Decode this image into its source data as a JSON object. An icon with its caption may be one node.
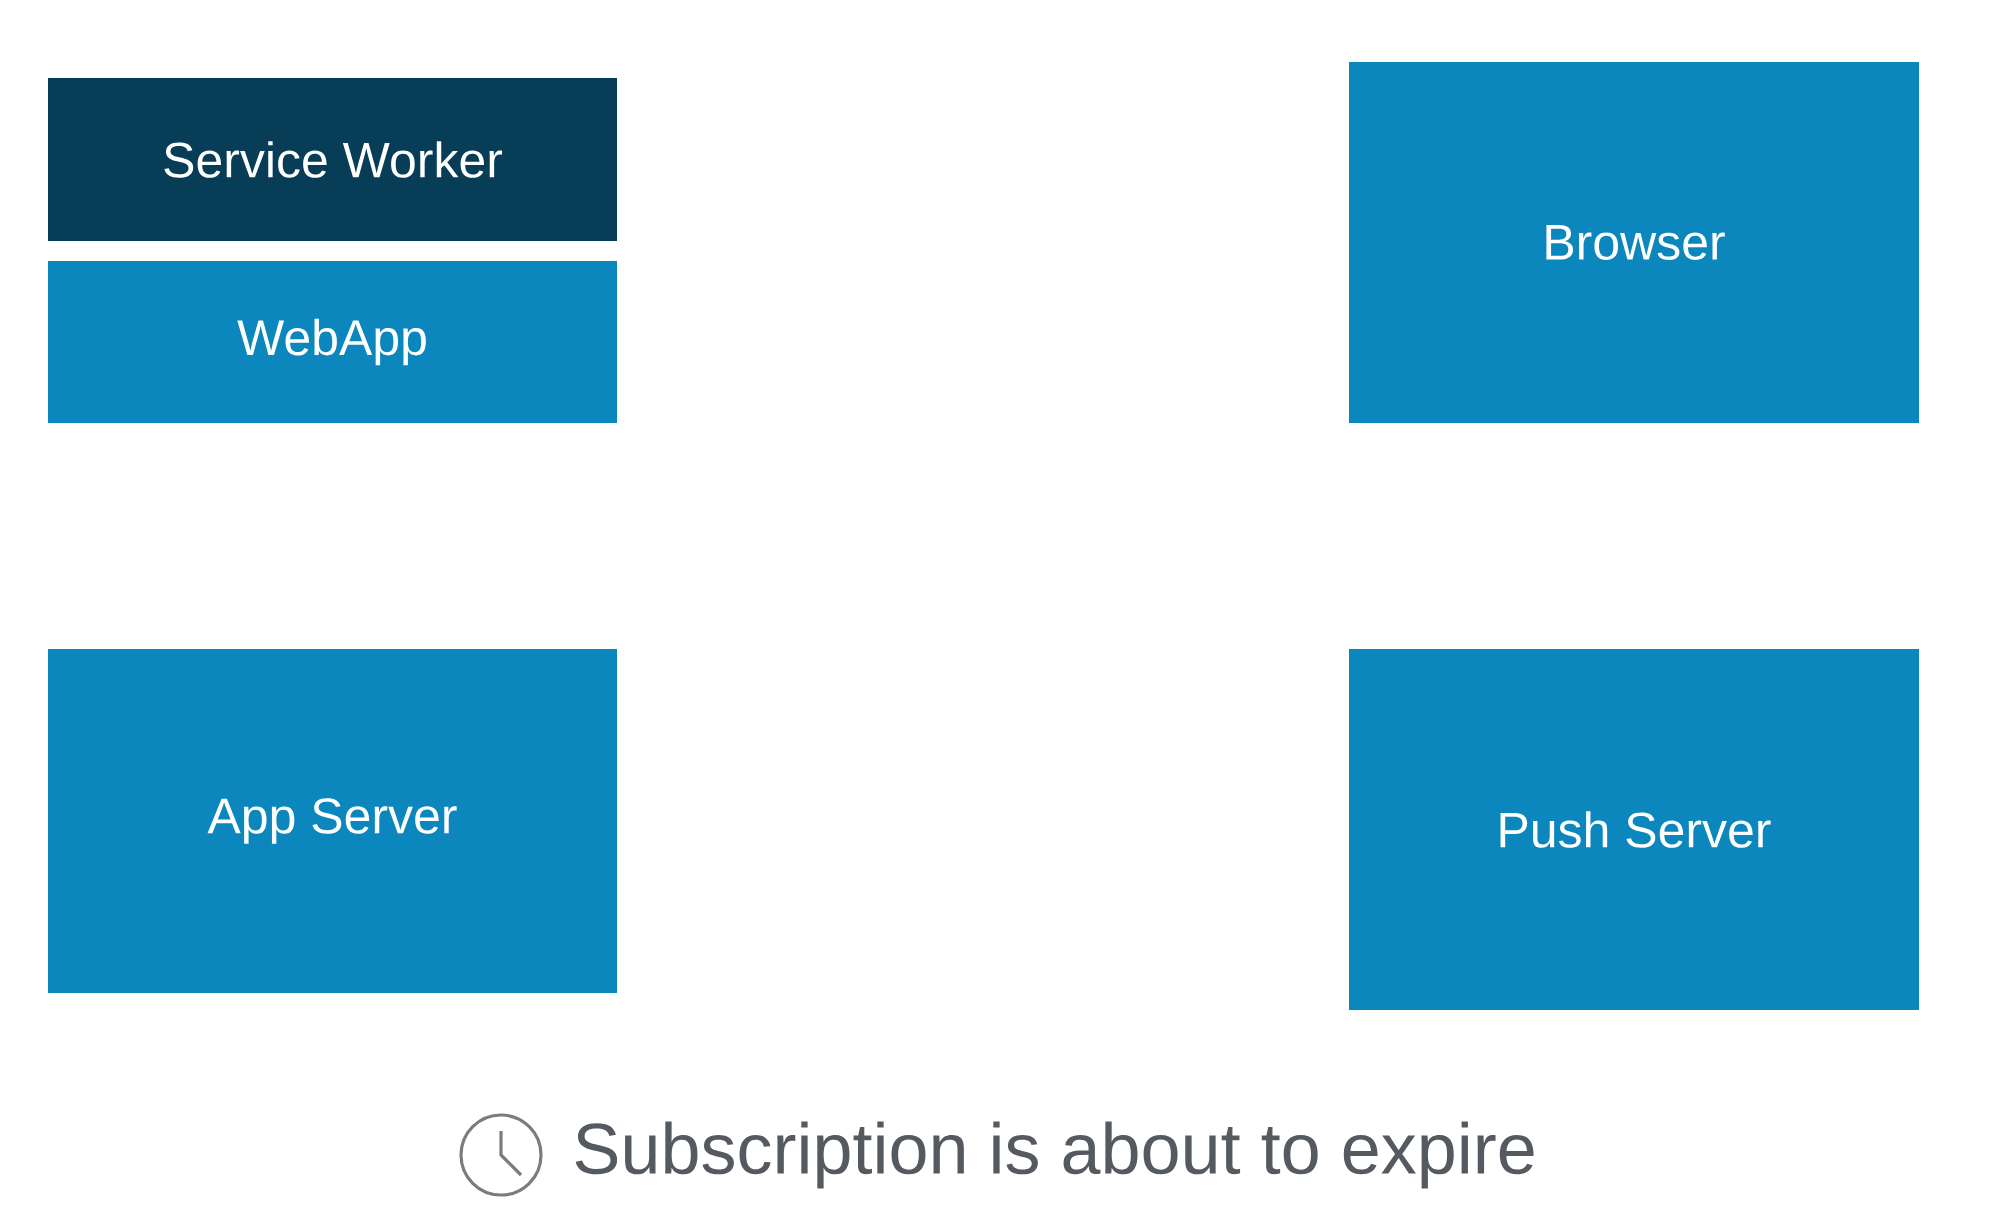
{
  "diagram": {
    "caption": "Subscription is about to expire",
    "nodes": [
      {
        "text": [
          "Service Worker"
        ]
      },
      {
        "text": [
          "WebApp"
        ]
      },
      {
        "text": [
          "Browser"
        ]
      },
      {
        "text": [
          "App Server"
        ]
      },
      {
        "text": [
          "Push Server"
        ]
      }
    ]
  }
}
